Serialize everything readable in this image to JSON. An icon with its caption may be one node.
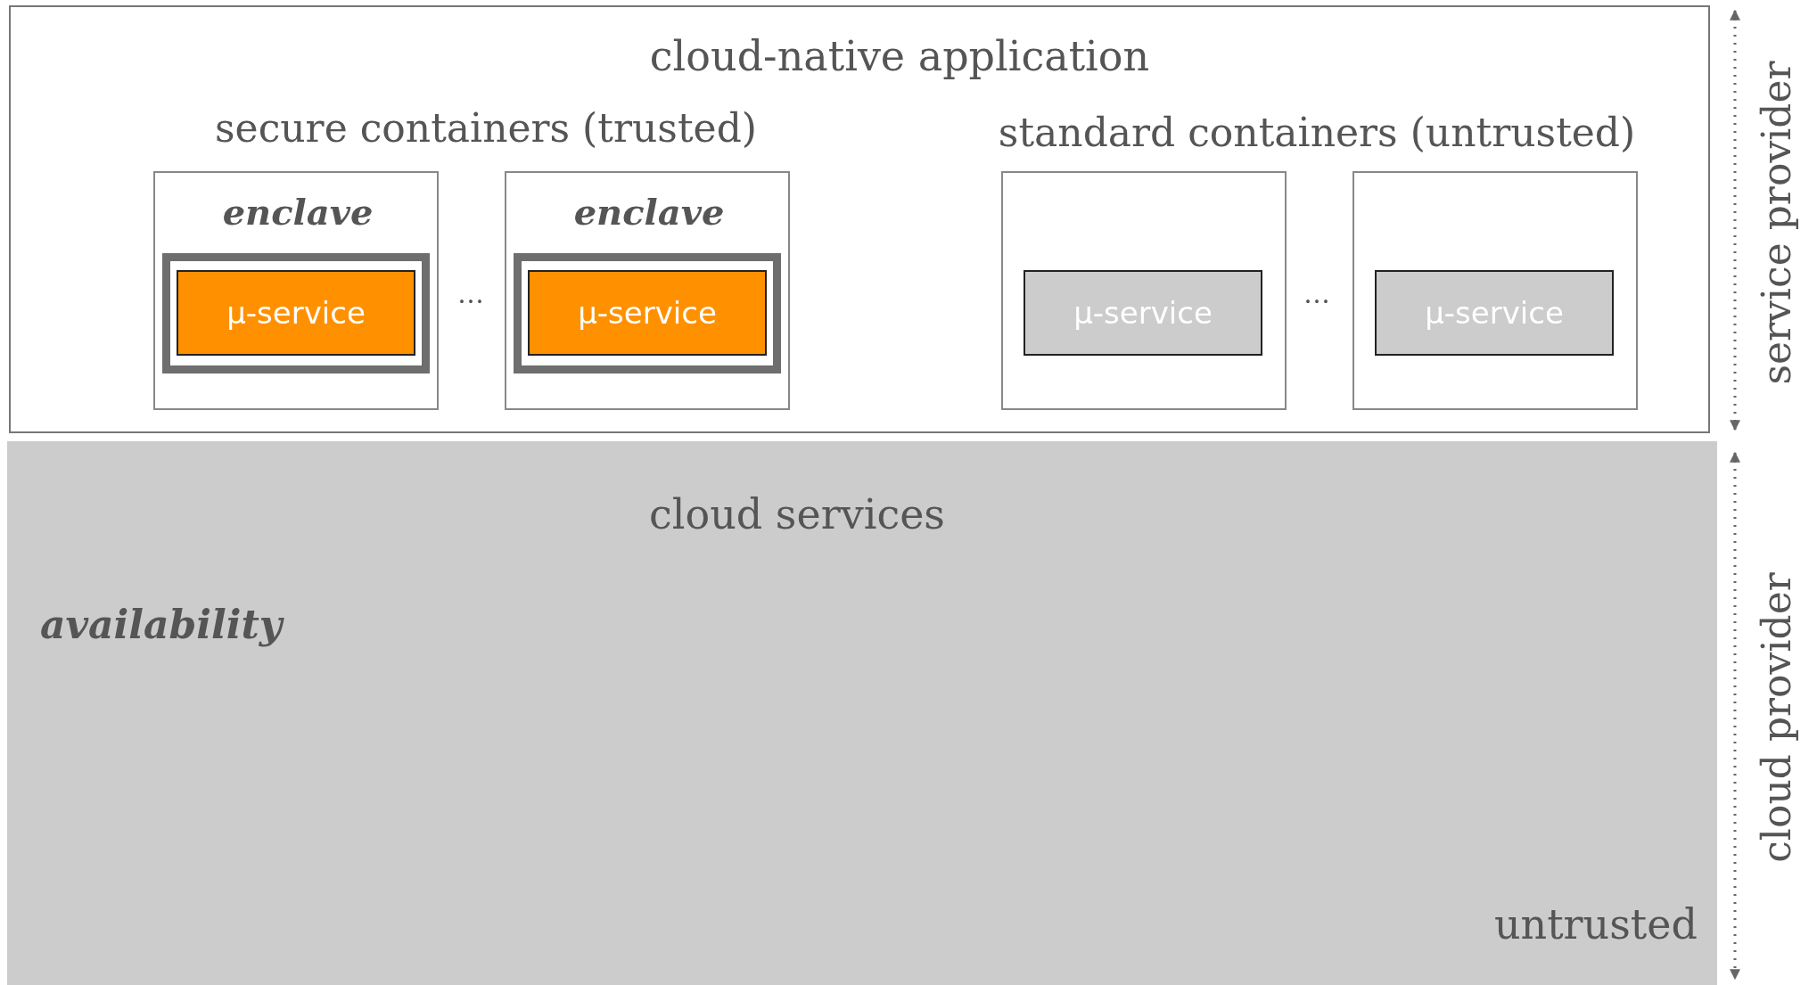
{
  "diagram": {
    "nodes": [
      {
        "text": [
          "cloud-native application"
        ]
      },
      {
        "text": [
          "enclave"
        ],
        "in": 0
      },
      {
        "text": [],
        "shape": "box",
        "in": 1
      },
      {
        "text": [
          "μ-service"
        ],
        "in": 2
      },
      {
        "text": [
          "enclave"
        ],
        "in": 0
      },
      {
        "text": [],
        "shape": "box",
        "in": 4
      },
      {
        "text": [
          "μ-service"
        ],
        "in": 5
      },
      {
        "text": [],
        "shape": "box",
        "in": 0
      },
      {
        "text": [
          "μ-service"
        ],
        "in": 7
      },
      {
        "text": [],
        "shape": "box",
        "in": 0
      },
      {
        "text": [
          "μ-service"
        ],
        "in": 9
      },
      {
        "text": [
          "cloud services",
          "availability",
          "untrusted"
        ]
      }
    ],
    "labels": [
      "secure containers (trusted)",
      "standard containers (untrusted)",
      "…",
      "…",
      "service provider",
      "cloud provider"
    ]
  }
}
